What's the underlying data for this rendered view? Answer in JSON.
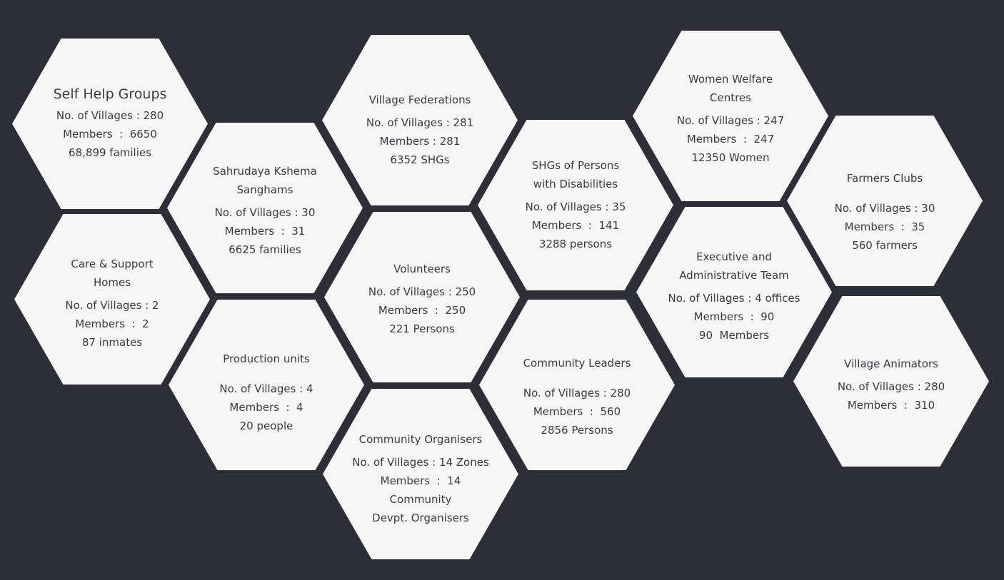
{
  "colors": {
    "background": "#2e2e38",
    "hexagon": "#f6f6f6",
    "text": "#3a3a42"
  },
  "hexagons": [
    {
      "title": [
        "Self Help Groups"
      ],
      "lines": [
        "No. of Villages : 280",
        "Members  :  6650",
        "68,899 families"
      ]
    },
    {
      "title": [
        "Care & Support",
        "Homes"
      ],
      "lines": [
        "No. of Villages : 2",
        "Members  :  2",
        "87 inmates"
      ]
    },
    {
      "title": [
        "Sahrudaya Kshema",
        "Sanghams"
      ],
      "lines": [
        "No. of Villages : 30",
        "Members  :  31",
        "6625 families"
      ]
    },
    {
      "title": [
        "Production units"
      ],
      "lines": [
        "No. of Villages : 4",
        "Members  :  4",
        "20 people"
      ]
    },
    {
      "title": [
        "Village Federations"
      ],
      "lines": [
        "No. of Villages : 281",
        "Members : 281",
        "6352 SHGs"
      ]
    },
    {
      "title": [
        "Volunteers"
      ],
      "lines": [
        "No. of Villages : 250",
        "Members  :  250",
        "221 Persons"
      ]
    },
    {
      "title": [
        "Community  Organisers"
      ],
      "lines": [
        "No. of Villages : 14 Zones",
        "Members  :  14",
        "Community",
        "Devpt. Organisers"
      ]
    },
    {
      "title": [
        "SHGs of Persons",
        "with Disabilities"
      ],
      "lines": [
        "No. of Villages : 35",
        "Members  :  141",
        "3288 persons"
      ]
    },
    {
      "title": [
        "Community Leaders"
      ],
      "lines": [
        "No. of Villages : 280",
        "Members  :  560",
        "2856 Persons"
      ]
    },
    {
      "title": [
        "Women Welfare",
        "Centres"
      ],
      "lines": [
        "No. of Villages : 247",
        "Members  :  247",
        "12350 Women"
      ]
    },
    {
      "title": [
        "Executive and",
        "Administrative  Team"
      ],
      "lines": [
        "No. of Villages : 4 offices",
        "Members  :  90",
        "90  Members"
      ]
    },
    {
      "title": [
        "Farmers Clubs"
      ],
      "lines": [
        "No. of Villages : 30",
        "Members  :  35",
        "560 farmers"
      ]
    },
    {
      "title": [
        "Village Animators"
      ],
      "lines": [
        "No. of Villages : 280",
        "Members  :  310"
      ]
    }
  ]
}
